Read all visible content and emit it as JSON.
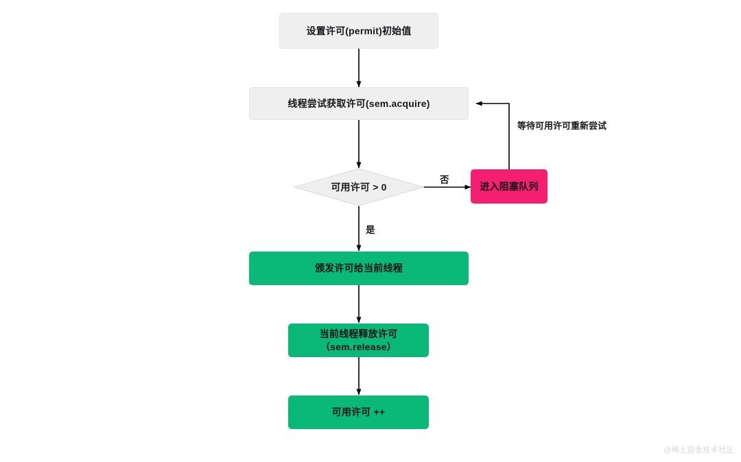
{
  "diagram": {
    "title": "Semaphore permit acquisition flow",
    "background_color": "#ffffff",
    "colors": {
      "gray_fill": "#efefef",
      "gray_border": "#e3e3e3",
      "green_fill": "#0ab978",
      "pink_fill": "#f41f6e",
      "line": "#000000",
      "text": "#16181c",
      "watermark": "#d8d8d8"
    },
    "nodes": [
      {
        "id": "init",
        "shape": "rect",
        "style": "gray",
        "label": "设置许可(permit)初始值"
      },
      {
        "id": "acquire",
        "shape": "rect",
        "style": "gray",
        "label": "线程尝试获取许可(sem.acquire)"
      },
      {
        "id": "check",
        "shape": "diamond",
        "style": "gray",
        "label": "可用许可 > 0"
      },
      {
        "id": "block",
        "shape": "rect",
        "style": "pink",
        "label": "进入阻塞队列"
      },
      {
        "id": "grant",
        "shape": "rect",
        "style": "green",
        "label": "颁发许可给当前线程"
      },
      {
        "id": "release",
        "shape": "rect",
        "style": "green",
        "label": "当前线程释放许可（sem.release）"
      },
      {
        "id": "incr",
        "shape": "rect",
        "style": "green",
        "label": "可用许可 ++"
      }
    ],
    "edges": [
      {
        "id": "e1",
        "from": "init",
        "to": "acquire",
        "label": ""
      },
      {
        "id": "e2",
        "from": "acquire",
        "to": "check",
        "label": ""
      },
      {
        "id": "e3",
        "from": "check",
        "to": "block",
        "label": "否"
      },
      {
        "id": "e4",
        "from": "check",
        "to": "grant",
        "label": "是"
      },
      {
        "id": "e5",
        "from": "block",
        "to": "acquire",
        "label": "等待可用许可重新尝试"
      },
      {
        "id": "e6",
        "from": "grant",
        "to": "release",
        "label": ""
      },
      {
        "id": "e7",
        "from": "release",
        "to": "incr",
        "label": ""
      }
    ]
  },
  "watermark": {
    "text": "@稀土掘金技术社区"
  }
}
